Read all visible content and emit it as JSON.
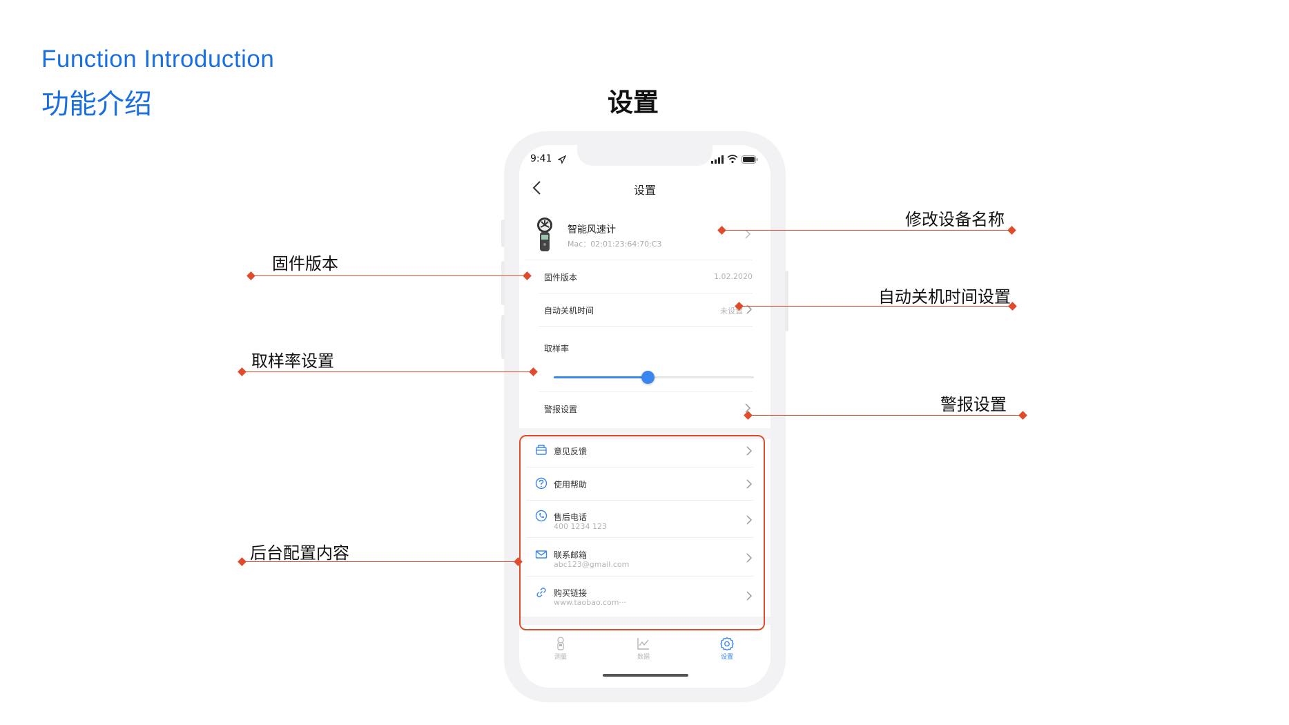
{
  "header": {
    "intro_en": "Function Introduction",
    "intro_cn": "功能介绍",
    "page_title": "设置"
  },
  "phone": {
    "status_time": "9:41",
    "nav_title": "设置",
    "device": {
      "name": "智能风速计",
      "mac": "Mac：02:01:23:64:70:C3"
    },
    "rows": {
      "firmware_label": "固件版本",
      "firmware_value": "1.02.2020",
      "autooff_label": "自动关机时间",
      "autooff_value": "未设置",
      "sampling_label": "取样率",
      "sampling_level": 0.47,
      "alarm_label": "警报设置"
    },
    "list": [
      {
        "label": "意见反馈",
        "sub": "",
        "icon": "feedback-icon"
      },
      {
        "label": "使用帮助",
        "sub": "",
        "icon": "help-icon"
      },
      {
        "label": "售后电话",
        "sub": "400 1234 123",
        "icon": "phone-icon"
      },
      {
        "label": "联系邮箱",
        "sub": "abc123@gmail.com",
        "icon": "mail-icon"
      },
      {
        "label": "购买链接",
        "sub": "www.taobao.com···",
        "icon": "link-icon"
      }
    ],
    "tabs": [
      {
        "label": "测量",
        "icon": "meter-icon",
        "active": false
      },
      {
        "label": "数据",
        "icon": "chart-icon",
        "active": false
      },
      {
        "label": "设置",
        "icon": "gear-icon",
        "active": true
      }
    ]
  },
  "annotations": {
    "rename": "修改设备名称",
    "firmware": "固件版本",
    "autooff": "自动关机时间设置",
    "sampling": "取样率设置",
    "alarm": "警报设置",
    "backend": "后台配置内容"
  },
  "colors": {
    "accent": "#1a6fe0",
    "slider": "#3a86f0",
    "annotation": "#e04b2c"
  }
}
